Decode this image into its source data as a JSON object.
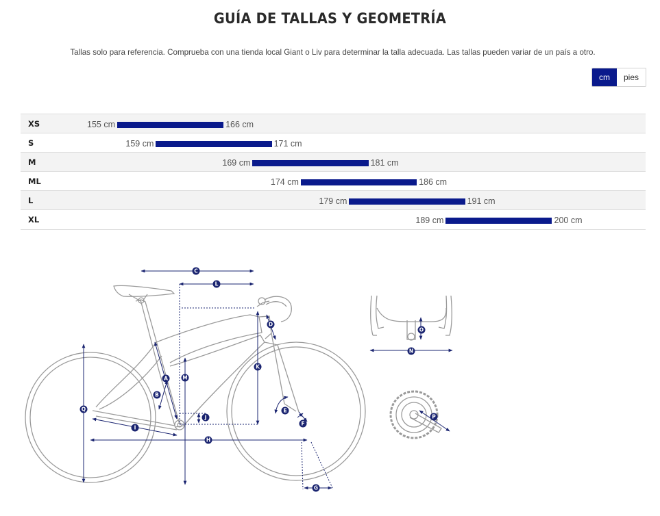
{
  "page": {
    "title": "GUÍA DE TALLAS Y GEOMETRÍA",
    "subtitle": "Tallas solo para referencia. Comprueba con una tienda local Giant o Liv para determinar la talla adecuada. Las tallas pueden variar de un país a otro."
  },
  "units": {
    "options": [
      "cm",
      "pies"
    ],
    "selected": "cm"
  },
  "colors": {
    "accent": "#0a1a8c",
    "row_alt": "#f3f3f3"
  },
  "size_chart": {
    "type": "range-bar",
    "rows": [
      {
        "size": "XS",
        "min": 155,
        "max": 166,
        "min_label": "155 cm",
        "max_label": "166 cm"
      },
      {
        "size": "S",
        "min": 159,
        "max": 171,
        "min_label": "159 cm",
        "max_label": "171 cm"
      },
      {
        "size": "M",
        "min": 169,
        "max": 181,
        "min_label": "169 cm",
        "max_label": "181 cm"
      },
      {
        "size": "ML",
        "min": 174,
        "max": 186,
        "min_label": "174 cm",
        "max_label": "186 cm"
      },
      {
        "size": "L",
        "min": 179,
        "max": 191,
        "min_label": "179 cm",
        "max_label": "191 cm"
      },
      {
        "size": "XL",
        "min": 189,
        "max": 200,
        "min_label": "189 cm",
        "max_label": "200 cm"
      }
    ]
  },
  "geometry_markers": [
    "A",
    "B",
    "C",
    "D",
    "E",
    "F",
    "G",
    "H",
    "I",
    "J",
    "K",
    "L",
    "M",
    "N",
    "O",
    "P",
    "Q"
  ]
}
